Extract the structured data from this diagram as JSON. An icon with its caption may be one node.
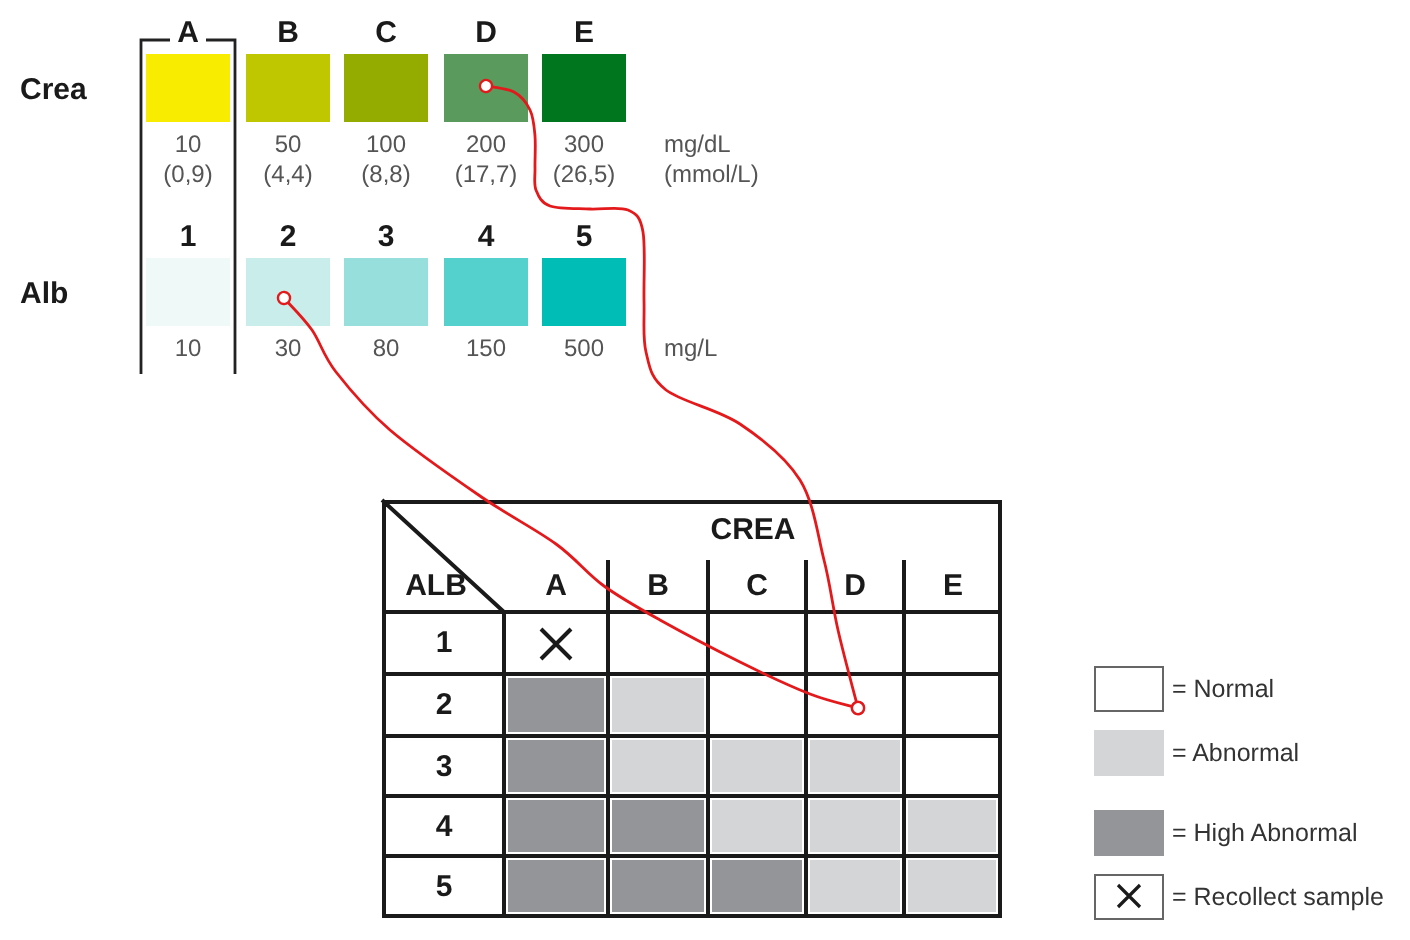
{
  "diagram": {
    "nodes": [
      {
        "text": [
          "A"
        ],
        "beside": [
          "10 (0,9)"
        ]
      },
      {
        "text": [
          "B"
        ],
        "beside": [
          "50 (4,4)"
        ]
      },
      {
        "text": [
          "C"
        ],
        "beside": [
          "100 (8,8)"
        ]
      },
      {
        "text": [
          "D"
        ],
        "beside": [
          "200 (17,7)"
        ]
      },
      {
        "text": [
          "E"
        ],
        "beside": [
          "300 (26,5)"
        ]
      },
      {
        "text": [
          "1"
        ],
        "beside": [
          "10"
        ]
      },
      {
        "text": [
          "2"
        ],
        "beside": [
          "30"
        ]
      },
      {
        "text": [
          "3"
        ],
        "beside": [
          "80"
        ]
      },
      {
        "text": [
          "4"
        ],
        "beside": [
          "150"
        ]
      },
      {
        "text": [
          "5"
        ],
        "beside": [
          "500"
        ]
      },
      {
        "text": [],
        "shape": "box"
      }
    ],
    "edges": [
      {
        "from": 3,
        "to": 10,
        "arrow": "other"
      },
      {
        "from": 6,
        "to": 10,
        "arrow": "other"
      }
    ],
    "labels": [
      "Crea",
      "mg/dL (mmol/L)",
      "Alb",
      "mg/L",
      "CREA",
      "ALB",
      "A",
      "B",
      "C",
      "D",
      "E",
      "1",
      "2",
      "3",
      "4",
      "5"
    ],
    "legend": [
      {
        "text": "= Normal",
        "color": "#ffffff"
      },
      {
        "text": "= Abnormal",
        "color": "#d4d5d7"
      },
      {
        "text": "= High Abnormal",
        "color": "#949599"
      },
      {
        "text": "= Recollect sample"
      }
    ]
  }
}
